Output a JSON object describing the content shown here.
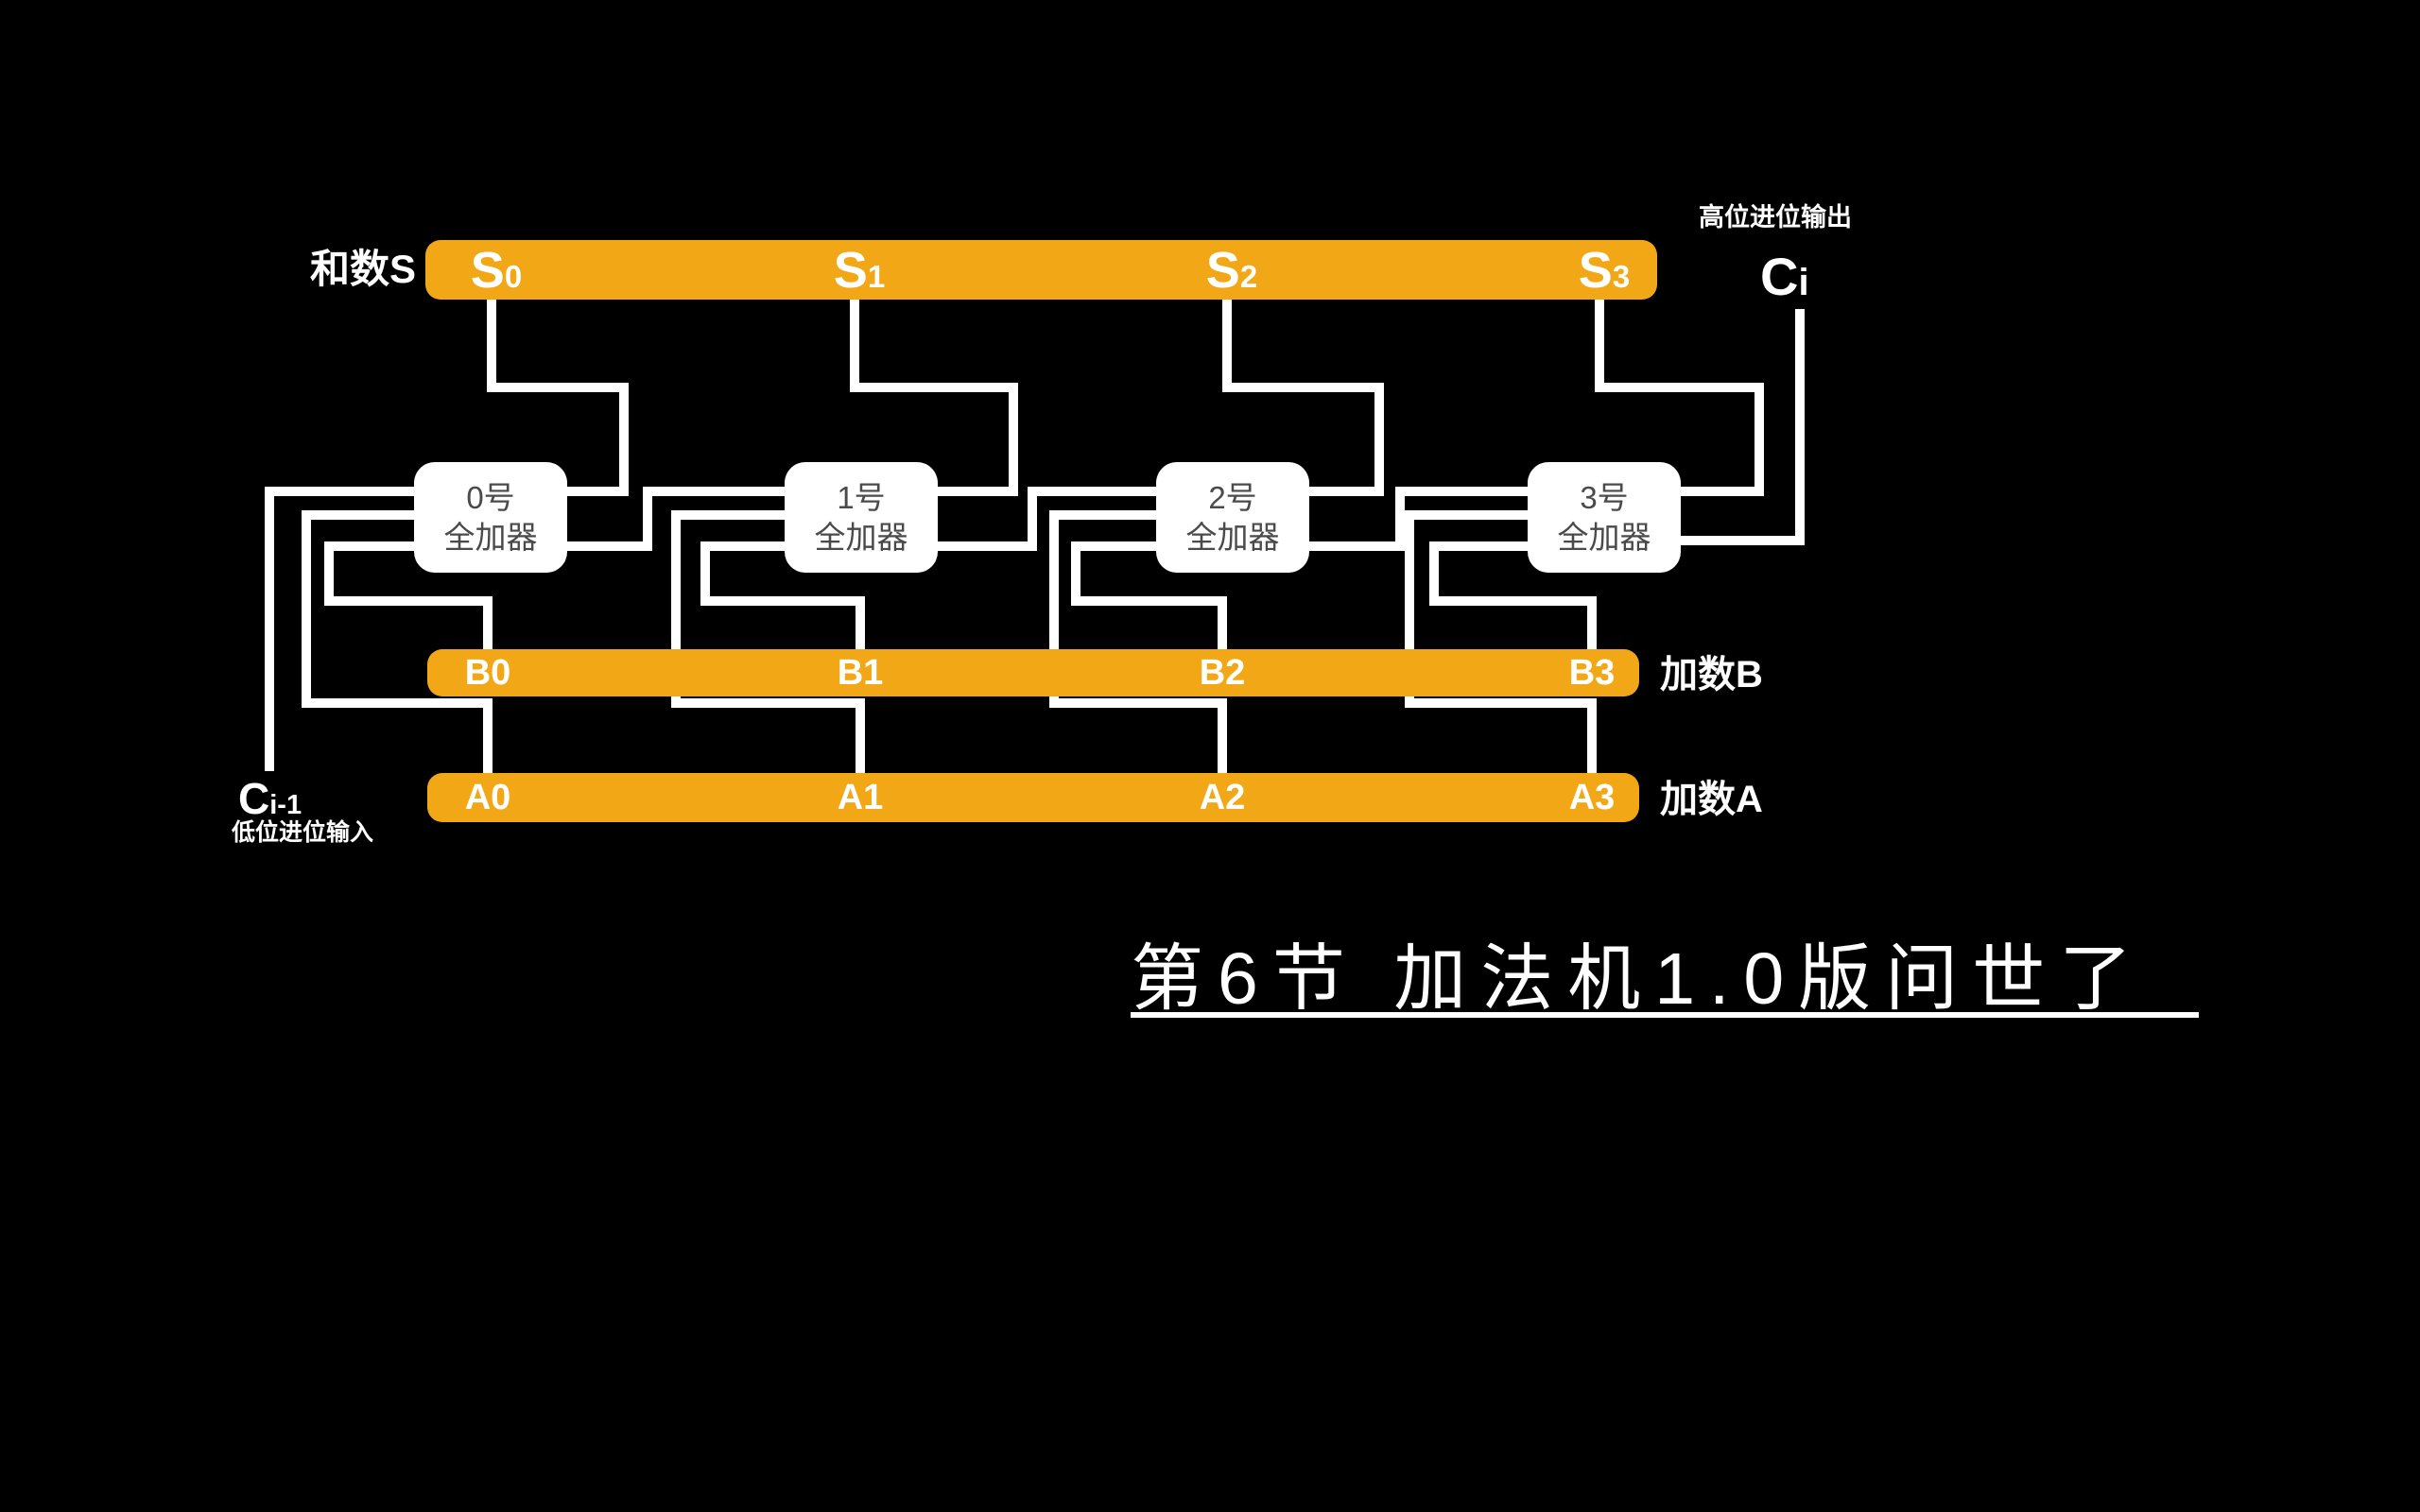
{
  "title": {
    "text": "第6节 加法机1.0版问世了"
  },
  "sum_bus": {
    "label": "和数S",
    "bits": [
      {
        "base": "S",
        "sub": "0"
      },
      {
        "base": "S",
        "sub": "1"
      },
      {
        "base": "S",
        "sub": "2"
      },
      {
        "base": "S",
        "sub": "3"
      }
    ]
  },
  "adders": [
    {
      "line1": "0号",
      "line2": "全加器"
    },
    {
      "line1": "1号",
      "line2": "全加器"
    },
    {
      "line1": "2号",
      "line2": "全加器"
    },
    {
      "line1": "3号",
      "line2": "全加器"
    }
  ],
  "addend_b_bus": {
    "label": "加数B",
    "bits": [
      "B0",
      "B1",
      "B2",
      "B3"
    ]
  },
  "addend_a_bus": {
    "label": "加数A",
    "bits": [
      "A0",
      "A1",
      "A2",
      "A3"
    ]
  },
  "carry_out": {
    "base": "C",
    "sub": "i",
    "caption": "高位进位输出"
  },
  "carry_in": {
    "base": "C",
    "sub": "i-1",
    "caption": "低位进位输入"
  },
  "colors": {
    "background": "#000000",
    "bus": "#F2A816",
    "wire": "#FFFFFF",
    "adder_fill": "#FFFFFF",
    "adder_text": "#4A4A4A",
    "text": "#FFFFFF"
  }
}
